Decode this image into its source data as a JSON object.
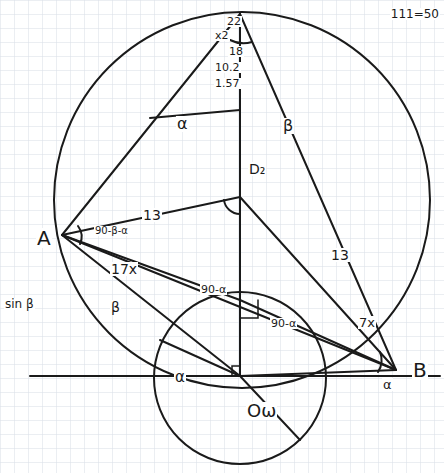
{
  "diagram": {
    "labels": [
      "111=50",
      "22",
      "x2",
      "18",
      "10.2",
      "1.57",
      "α",
      "β",
      "A",
      "13",
      "90-β-α",
      "17x",
      "D₂",
      "13",
      "7x",
      "B",
      "90-α",
      "90-α",
      "α",
      "α",
      "β",
      "Oω",
      "sin β"
    ]
  }
}
